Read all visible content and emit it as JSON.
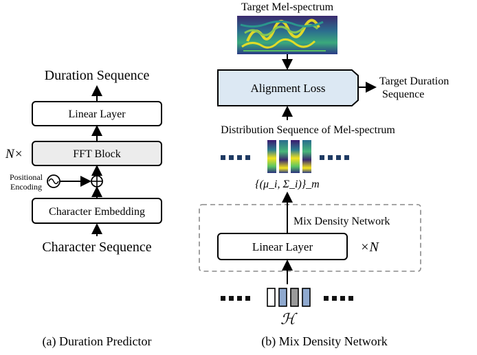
{
  "left_panel": {
    "output_label": "Duration Sequence",
    "linear_layer": "Linear Layer",
    "fft_block": "FFT Block",
    "repeat_label": "N×",
    "positional_encoding": [
      "Positional",
      "Encoding"
    ],
    "character_embedding": "Character Embedding",
    "input_label": "Character Sequence",
    "caption": "(a)  Duration Predictor"
  },
  "right_panel": {
    "target_mel_label": "Target Mel-spectrum",
    "alignment_loss": "Alignment Loss",
    "target_duration": [
      "Target Duration",
      "Sequence"
    ],
    "distribution_label": "Distribution Sequence of Mel-spectrum",
    "mu_sigma": "{(μ_i, Σ_i)}_m",
    "mdn_label": "Mix Density Network",
    "linear_layer": "Linear Layer",
    "repeat_label": "×N",
    "hidden_symbol": "ℋ",
    "caption": "(b)  Mix Density Network"
  },
  "colors": {
    "alignment_fill": "#dce8f3",
    "fft_fill": "#ececec",
    "dots_dark": "#1f3b63",
    "hidden_blue": "#8fa9cf",
    "hidden_gray": "#9a9a9a"
  }
}
